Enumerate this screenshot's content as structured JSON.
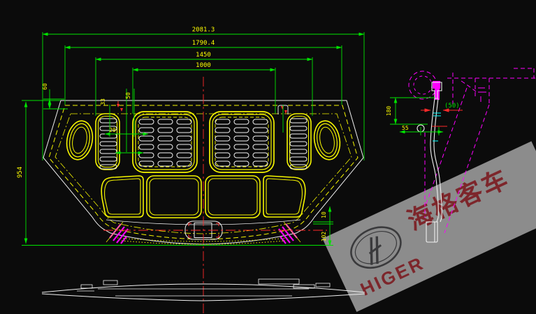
{
  "colors": {
    "background": "#0b0b0b",
    "dimension_lines": "#00e400",
    "dimension_text": "#ffff00",
    "outline": "#f0f0f0",
    "feature_lines": "#f5f500",
    "centerline": "#ff2a2a",
    "mechanism_hidden": "#ff00ff",
    "aux_marks": "#00ffff",
    "watermark_bg": "#8c8c8c",
    "watermark_text": "#7d262b"
  },
  "front_view": {
    "dim_overall_width": "2081.3",
    "dim_width_2": "1790.4",
    "dim_width_3": "1450",
    "dim_width_4": "1000",
    "dim_height": "954",
    "dim_top_flange": "60",
    "dim_notch_a": "33",
    "dim_notch_b": "50",
    "dim_notch_c": "20",
    "dim_lower_a": "10",
    "dim_lower_b": "102"
  },
  "side_view": {
    "dim_height": "180",
    "dim_depth": "55",
    "dim_ref": "(50)"
  },
  "watermark": {
    "brand": "HIGER",
    "brand_cn": "海格客车"
  }
}
